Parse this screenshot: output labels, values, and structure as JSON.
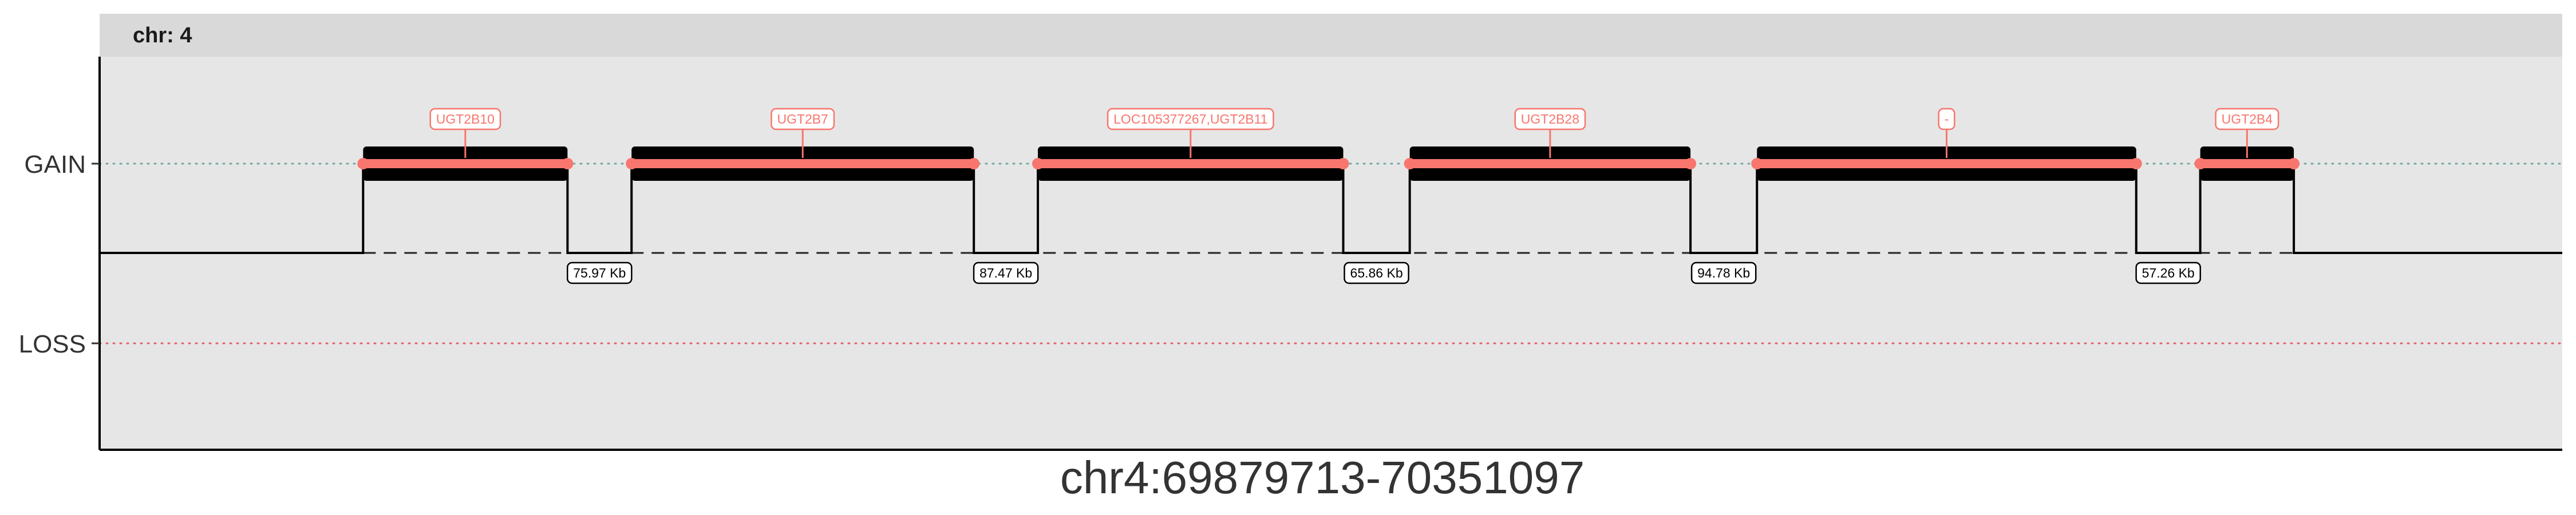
{
  "chart_data": {
    "type": "scatter",
    "facet": "chr: 4",
    "xlabel": "chr4:69879713-70351097",
    "y_categories": [
      "GAIN",
      "LOSS"
    ],
    "xlim": [
      0,
      1
    ],
    "colors": {
      "panel": "#E6E6E6",
      "strip": "#D9D9D9",
      "gain": "#F8766D",
      "gain_line": "#6EA8A0",
      "loss_line": "#E0606A",
      "points": "#000000"
    },
    "segments": [
      {
        "state": "GAIN",
        "start": 0.107,
        "end": 0.19,
        "gene": "UGT2B10"
      },
      {
        "state": "GAIN",
        "start": 0.216,
        "end": 0.355,
        "gene": "UGT2B7"
      },
      {
        "state": "GAIN",
        "start": 0.381,
        "end": 0.505,
        "gene": "LOC105377267,UGT2B11"
      },
      {
        "state": "GAIN",
        "start": 0.532,
        "end": 0.646,
        "gene": "UGT2B28"
      },
      {
        "state": "GAIN",
        "start": 0.673,
        "end": 0.827,
        "gene": "-"
      },
      {
        "state": "GAIN",
        "start": 0.853,
        "end": 0.891,
        "gene": "UGT2B4"
      }
    ],
    "gaps": [
      "75.97 Kb",
      "87.47 Kb",
      "65.86 Kb",
      "94.78 Kb",
      "57.26 Kb"
    ]
  }
}
